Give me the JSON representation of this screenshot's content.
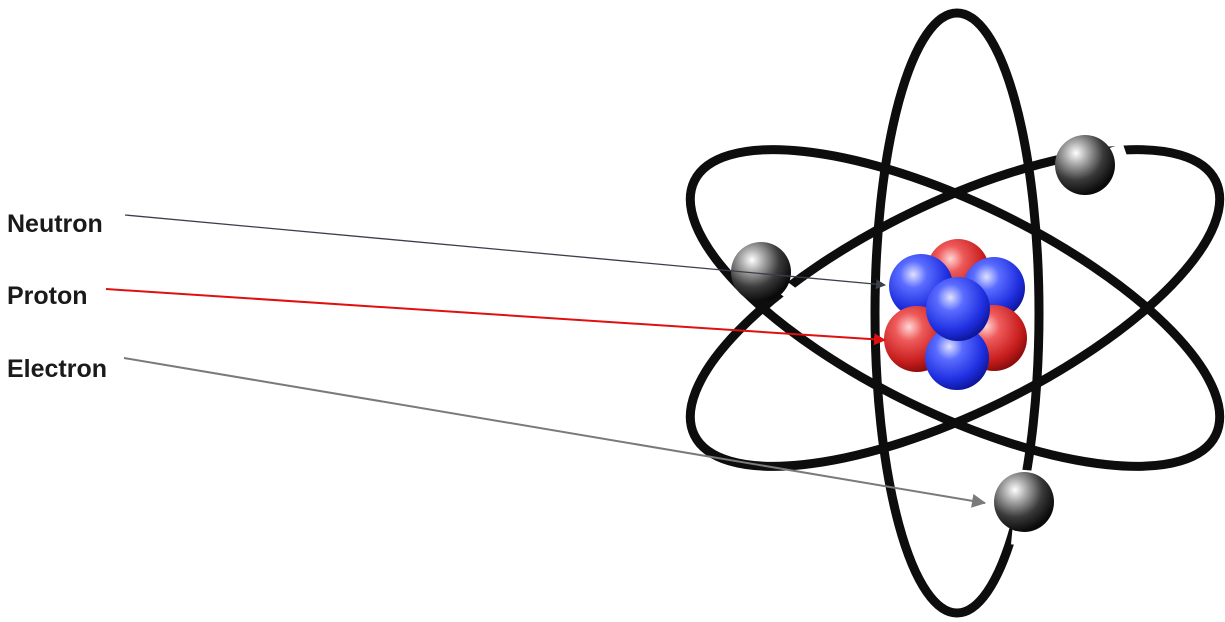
{
  "labels": {
    "neutron": "Neutron",
    "proton": "Proton",
    "electron": "Electron"
  },
  "colors": {
    "neutron": "#2b3cf0",
    "proton": "#d42a2a",
    "electron": "#2a2a2a",
    "orbit": "#0d0d0d",
    "neutron_pointer": "#3a3f4a",
    "proton_pointer": "#e01010",
    "electron_pointer": "#7a7a7a"
  }
}
